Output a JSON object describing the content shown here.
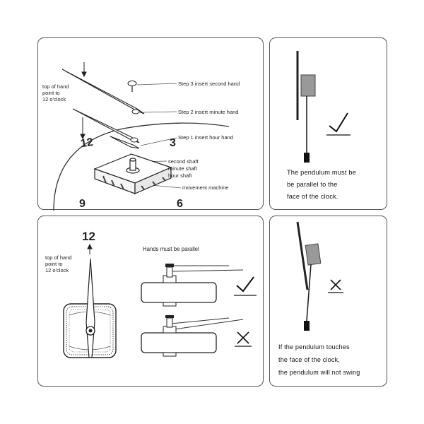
{
  "panel_install": {
    "hand_note": [
      "top of hand",
      "point to",
      "12 o'clock"
    ],
    "step3": "Step 3 insert second hand",
    "step2": "Step 2 insert minute hand",
    "step1": "Step 1 insert hour hand",
    "second_shaft": "second shaft",
    "minute_shaft": "minute shaft",
    "hour_shaft": "hour shaft",
    "movement_machine": "movement machine",
    "numerals": [
      "12",
      "3",
      "9",
      "6"
    ]
  },
  "panel_pendulum_ok": {
    "caption": [
      "The pendulum must be",
      "be parallel to the",
      "face of the clock."
    ]
  },
  "panel_parallel": {
    "numeral": "12",
    "hand_note": [
      "top of hand",
      "point to",
      "12 o'clock"
    ],
    "title": "Hands must be parallel"
  },
  "panel_pendulum_bad": {
    "caption": [
      "If the pendulum touches",
      "the face of the clock,",
      "the pendulum will not swing"
    ]
  },
  "marks": {
    "correct": "check-icon",
    "wrong": "cross-icon"
  }
}
